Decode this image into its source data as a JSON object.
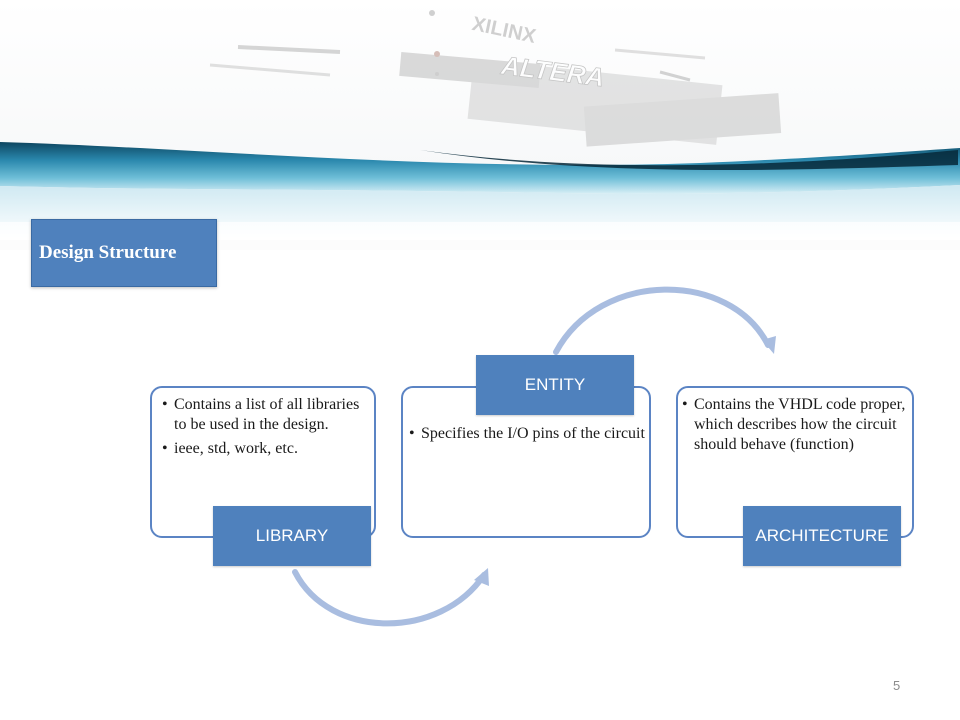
{
  "slide": {
    "title": "Design Structure",
    "page_number": "5"
  },
  "banner": {
    "brand_logos": [
      "XILINX",
      "ALTERA"
    ]
  },
  "cycle": [
    {
      "label": "LIBRARY",
      "bullets": [
        "Contains a list of all libraries to be used in the design.",
        "ieee, std, work, etc."
      ]
    },
    {
      "label": "ENTITY",
      "bullets": [
        "Specifies the I/O pins of the circuit"
      ]
    },
    {
      "label": "ARCHITECTURE",
      "bullets": [
        "Contains the VHDL code proper, which describes how the circuit should behave (function)"
      ]
    }
  ],
  "colors": {
    "accent": "#4f81bd",
    "box_border": "#5b84c4",
    "arrow": "#a9bde0",
    "banner_teal": "#1f6f92"
  }
}
